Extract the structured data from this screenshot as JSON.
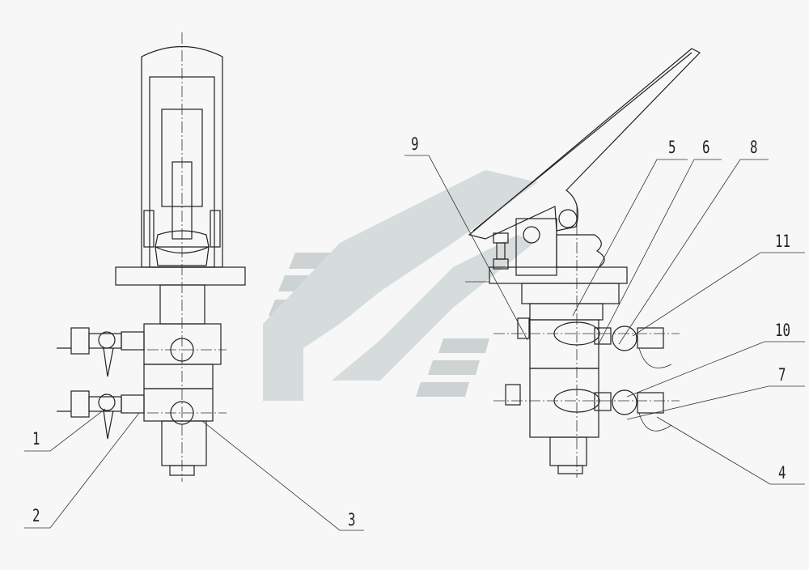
{
  "drawing": {
    "part_labels": [
      "1",
      "2",
      "3",
      "4",
      "5",
      "6",
      "7",
      "8",
      "9",
      "10",
      "11"
    ],
    "watermark_color": "#cdd3d3",
    "line_color": "#222222"
  }
}
